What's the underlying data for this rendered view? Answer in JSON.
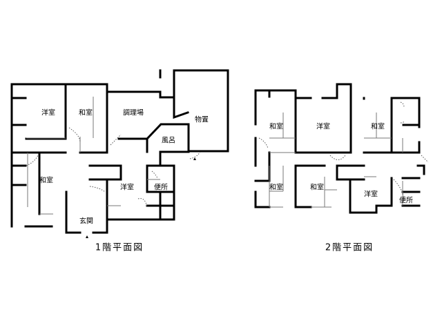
{
  "floor1": {
    "caption": "1階平面図",
    "rooms": [
      "洋室",
      "和室",
      "調理場",
      "物置",
      "風呂",
      "和室",
      "洋室",
      "便所",
      "玄関"
    ]
  },
  "floor2": {
    "caption": "2階平面図",
    "rooms": [
      "和室",
      "洋室",
      "和室",
      "和室",
      "和室",
      "洋室",
      "便所"
    ]
  }
}
